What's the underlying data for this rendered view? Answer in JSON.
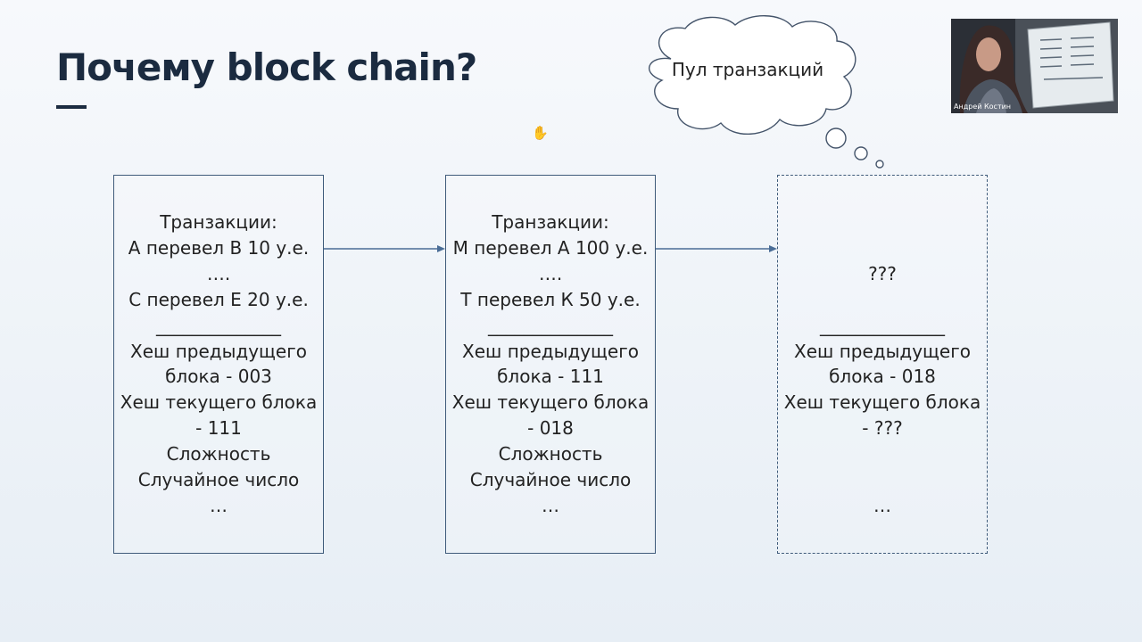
{
  "slide": {
    "title": "Почему block chain?",
    "thought_bubble": "Пул транзакций"
  },
  "blocks": [
    {
      "lines": [
        "Транзакции:",
        "А перевел В 10 у.е.",
        "….",
        "С перевел Е 20 у.е.",
        "______________",
        "Хеш предыдущего",
        "блока - 003",
        "Хеш текущего блока",
        "- 111",
        "Сложность",
        "Случайное число",
        "…"
      ]
    },
    {
      "lines": [
        "Транзакции:",
        "М перевел А 100 у.е.",
        "….",
        "Т перевел К 50 у.е.",
        "______________",
        "Хеш предыдущего",
        "блока - 111",
        "Хеш текущего блока",
        "- 018",
        "Сложность",
        "Случайное число",
        "…"
      ]
    },
    {
      "lines": [
        "",
        "",
        "???",
        "",
        "______________",
        "Хеш предыдущего",
        "блока - 018",
        "Хеш текущего блока",
        "- ???",
        "",
        "",
        "…"
      ]
    }
  ],
  "webcam": {
    "participant_name": "Андрей Костин"
  },
  "colors": {
    "title": "#1b2b40",
    "block_border": "#3f5b7a",
    "arrow": "#4a6d96"
  }
}
